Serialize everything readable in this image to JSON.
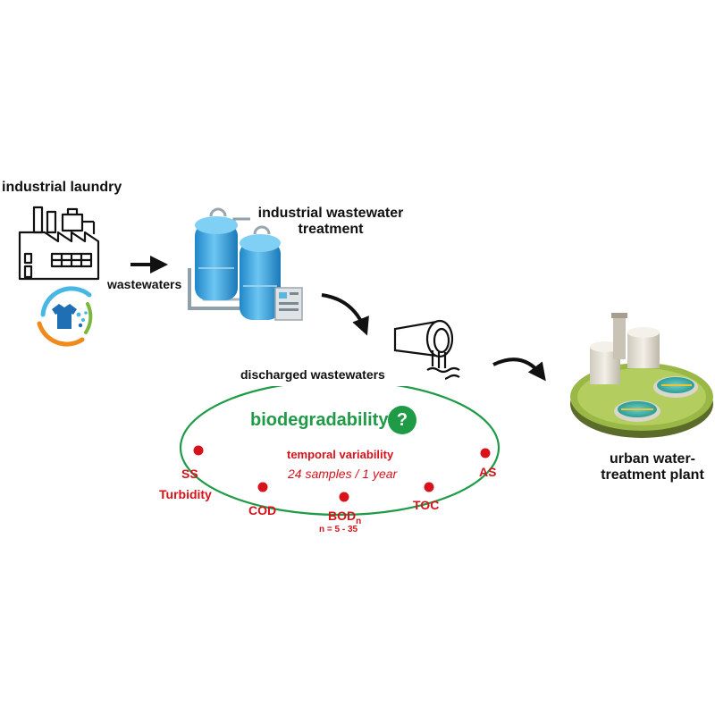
{
  "labels": {
    "industrial_laundry": "industrial laundry",
    "wastewaters": "wastewaters",
    "iwt_line1": "industrial wastewater",
    "iwt_line2": "treatment",
    "discharged": "discharged wastewaters",
    "urban_line1": "urban water-",
    "urban_line2": "treatment plant"
  },
  "cycle": {
    "title": "biodegradability",
    "question": "?",
    "subtitle": "temporal variability",
    "samples": "24 samples / 1 year",
    "params": {
      "ss": "SS",
      "turbidity": "Turbidity",
      "cod": "COD",
      "bod": "BOD",
      "bod_sub": "n",
      "bod_range": "n = 5 - 35",
      "toc": "TOC",
      "as": "AS"
    }
  },
  "colors": {
    "green": "#1f9a47",
    "red": "#d8121b",
    "blue": "#39a8e0",
    "arrow": "#111111"
  },
  "icons": [
    "factory-icon",
    "laundry-logo-icon",
    "treatment-tanks-icon",
    "discharge-pipe-icon",
    "urban-plant-icon"
  ]
}
